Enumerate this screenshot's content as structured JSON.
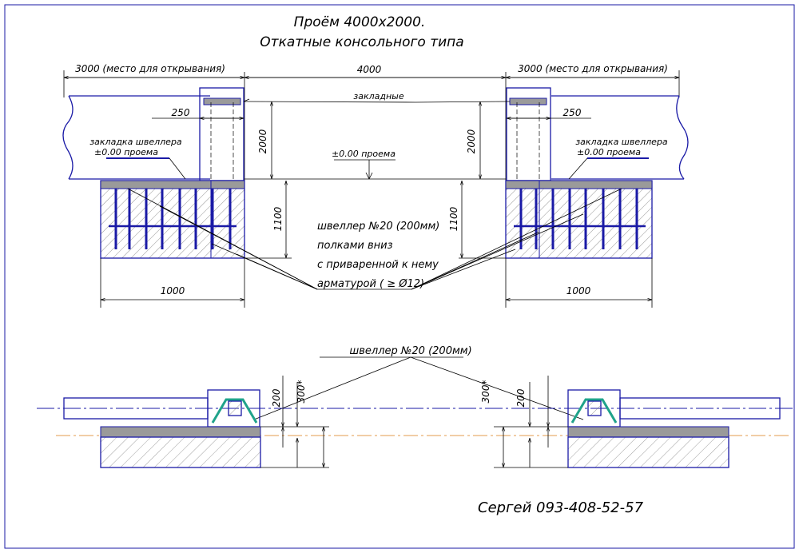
{
  "title": {
    "line1": "Проём 4000х2000.",
    "line2": "Откатные консольного типа"
  },
  "dims": {
    "left_open": "3000 (место для открывания)",
    "right_open": "3000 (место для открывания)",
    "opening": "4000",
    "post_left": "250",
    "post_right": "250",
    "height_left": "2000",
    "height_right": "2000",
    "depth_left": "1100",
    "depth_right": "1100",
    "found_left": "1000",
    "found_right": "1000",
    "sec_200_left": "200",
    "sec_300_left": "300*",
    "sec_300_right": "300*",
    "sec_200_right": "200"
  },
  "labels": {
    "embeds": "закладные",
    "zero_level": "±0.00 проема",
    "chan_embed_l1": "закладка швеллера",
    "chan_embed_l2": "±0.00 проема",
    "chan_embed_r1": "закладка швеллера",
    "chan_embed_r2": "±0.00 проема",
    "channel_1": "швеллер №20 (200мм)",
    "channel_2": "полками вниз",
    "channel_3": "с приваренной к нему",
    "channel_4": "арматурой ( ≥ Ø12)",
    "section_channel": "швеллер №20 (200мм)"
  },
  "signature": "Сергей 093-408-52-57",
  "colors": {
    "outline": "#1a1aa6",
    "line": "#000000",
    "concrete_top": "#9a9a9a",
    "hatch": "#555555",
    "axis_orange": "#e39b4c",
    "channel_green": "#1fa38a"
  }
}
